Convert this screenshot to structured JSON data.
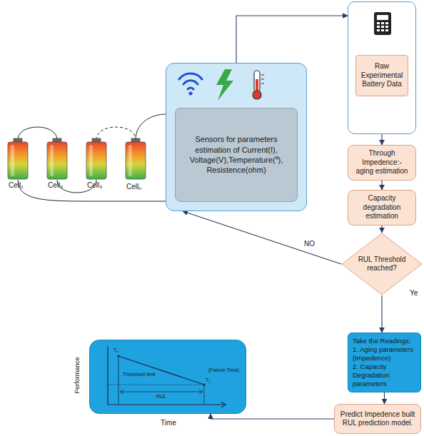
{
  "diagram": {
    "nodes": [
      {
        "text": [
          "Sensors for parameters estimation of Current(I), Voltage(V),Temperature(⁰), Resistence(ohm)"
        ]
      },
      {
        "text": [
          "Raw Experimental Battery Data"
        ]
      },
      {
        "text": [
          "Through Impedence:- aging estimation"
        ]
      },
      {
        "text": [
          "Capacity degradation estimation"
        ]
      },
      {
        "text": [
          "RUL Threshold reached?"
        ]
      },
      {
        "text": [
          "Take the Readings:",
          "1. Aging parameters (Impedence)",
          "2. Capacity Degradation parameters"
        ]
      },
      {
        "text": [
          "Predict Impedence built RUL prediction model."
        ]
      },
      {
        "text": [
          "Performance",
          "T₀",
          "Threshold limit",
          "T₁",
          "(Failure Time)",
          "RUL",
          "Time"
        ]
      }
    ],
    "edges": [
      {
        "from": 0,
        "to": 1,
        "arrow": "to"
      },
      {
        "from": 1,
        "to": 2,
        "arrow": "to"
      },
      {
        "from": 2,
        "to": 3,
        "arrow": "to"
      },
      {
        "from": 3,
        "to": 4,
        "arrow": "to"
      },
      {
        "from": 4,
        "to": 0,
        "label": "NO",
        "arrow": "to"
      },
      {
        "from": 4,
        "to": 5,
        "label": "Ye",
        "arrow": "to"
      },
      {
        "from": 5,
        "to": 6,
        "arrow": "to"
      },
      {
        "from": 6,
        "to": 7,
        "arrow": "to"
      }
    ],
    "labels": [
      "Cell₁",
      "Cell₂",
      "Cell₃",
      "Cellₙ"
    ]
  }
}
